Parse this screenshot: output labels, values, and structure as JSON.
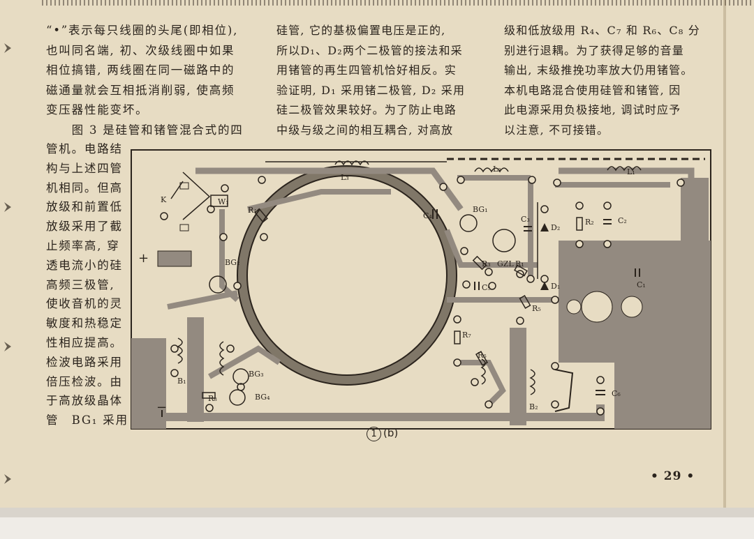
{
  "column1": [
    "“•”表示每只线圈的头尾(即相位),",
    "也叫同名端, 初、次级线圈中如果",
    "相位搞错, 两线圈在同一磁路中的",
    "磁通量就会互相抵消削弱, 使高频",
    "变压器性能变坏。",
    "　　图 3 是硅管和锗管混合式的四"
  ],
  "column1_narrow": [
    "管机。电路结",
    "构与上述四管",
    "机相同。但高",
    "放级和前置低",
    "放级采用了截",
    "止频率高, 穿",
    "透电流小的硅",
    "高频三极管,",
    "使收音机的灵",
    "敏度和热稳定",
    "性相应提高。",
    "检波电路采用",
    "倍压检波。由",
    "于高放级晶体",
    "管　BG₁ 采用"
  ],
  "column2": [
    "硅管, 它的基极偏置电压是正的,",
    "所以D₁、D₂两个二极管的接法和采",
    "用锗管的再生四管机恰好相反。实",
    "验证明, D₁ 采用锗二极管, D₂ 采用",
    "硅二极管效果较好。为了防止电路",
    "中级与级之间的相互耦合, 对高放"
  ],
  "column3": [
    "级和低放级用 R₄、C₇ 和 R₆、C₈ 分",
    "别进行退耦。为了获得足够的音量",
    "输出, 末级推挽功率放大仍用锗管。",
    "本机电路混合使用硅管和锗管, 因",
    "此电源采用负极接地, 调试时应予",
    "以注意, 不可接错。"
  ],
  "figure": {
    "caption_num": "1",
    "caption_suffix": "(b)",
    "labels": {
      "L3": "L₃",
      "L2": "L₂",
      "L1": "L₁",
      "K": "K",
      "W1": "W₁",
      "R4": "R₄",
      "C4": "C₄",
      "BG1": "BG₁",
      "C3": "C₃",
      "D2": "D₂",
      "R2": "R₂",
      "C2": "C₂",
      "BG2": "BG₂",
      "R3": "R₃",
      "GZL": "GZL",
      "R1": "R₁",
      "C5": "C₅",
      "D1": "D₁",
      "C1": "C₁",
      "R5": "R₅",
      "R7": "R₇",
      "R6": "R₆",
      "B1": "B₁",
      "BG3": "BG₃",
      "BG4": "BG₄",
      "R8": "R₈",
      "B2": "B₂",
      "C6": "C₆",
      "plus": "+",
      "minus": "−"
    }
  },
  "page_number": "• 29 •"
}
